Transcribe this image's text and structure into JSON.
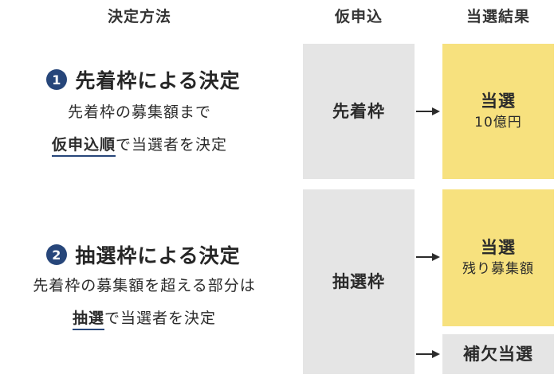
{
  "headers": {
    "method": "決定方法",
    "apply": "仮申込",
    "result": "当選結果"
  },
  "methods": [
    {
      "number": "1",
      "title": "先着枠による決定",
      "line1": "先着枠の募集額まで",
      "line2_emphasis": "仮申込順",
      "line2_rest": "で当選者を決定"
    },
    {
      "number": "2",
      "title": "抽選枠による決定",
      "line1": "先着枠の募集額を超える部分は",
      "line2_emphasis": "抽選",
      "line2_rest": "で当選者を決定"
    }
  ],
  "apply_boxes": {
    "first": "先着枠",
    "lottery": "抽選枠"
  },
  "result_boxes": {
    "first": {
      "title": "当選",
      "detail": "10億円"
    },
    "lottery": {
      "title": "当選",
      "detail": "残り募集額"
    },
    "waitlist": {
      "title": "補欠当選"
    }
  },
  "colors": {
    "badge": "#27467a",
    "gray_box": "#e5e5e5",
    "yellow_box": "#f7e17e",
    "arrow": "#2b2b2b"
  },
  "icons": {
    "arrow": "right-arrow-icon"
  }
}
